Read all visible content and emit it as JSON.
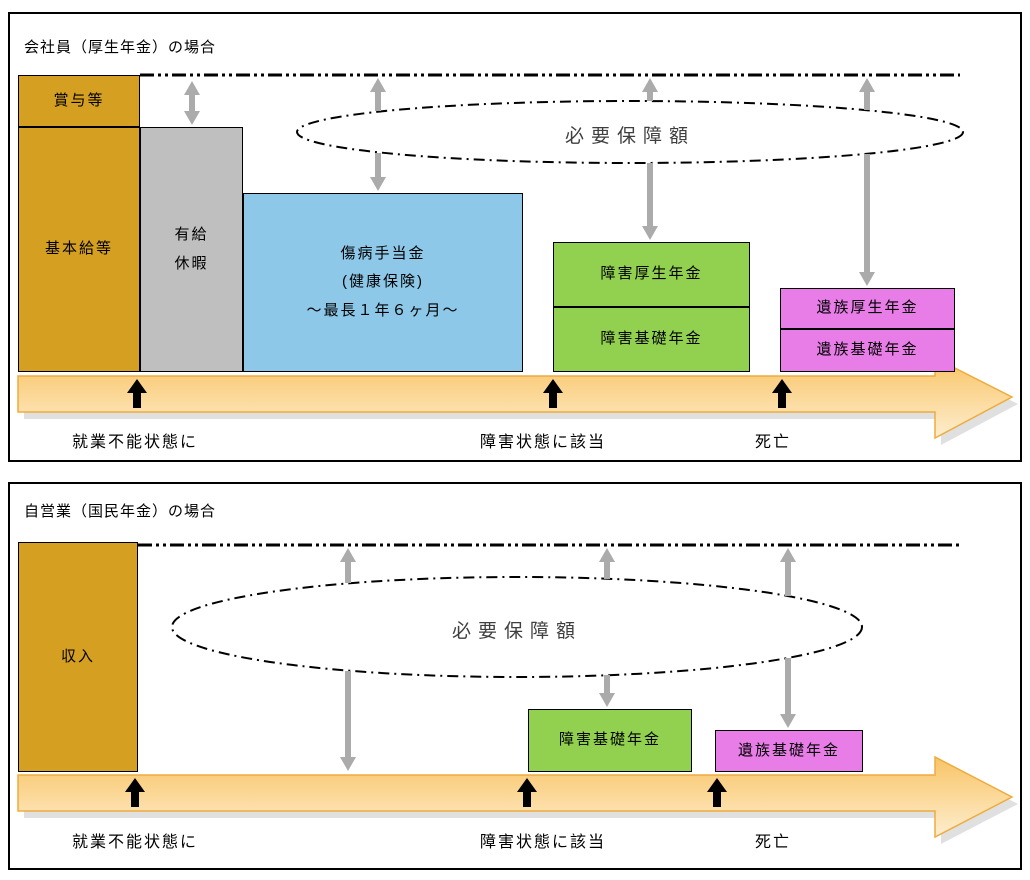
{
  "colors": {
    "gold": "#D5A021",
    "gray_block": "#BFBFBF",
    "blue_block": "#8DC8E8",
    "green_block": "#92D050",
    "pink_block": "#E87DE8",
    "gray_arrow": "#ABABAB",
    "timeline_top": "#F8C468",
    "timeline_bottom": "#FDEDCF",
    "timeline_border": "#EDAC3E"
  },
  "panels": [
    {
      "title": "会社員（厚生年金）の場合",
      "ellipse_label": "必要保障額",
      "blocks": {
        "bonus": "賞与等",
        "base_salary": "基本給等",
        "paid_leave_line1": "有給",
        "paid_leave_line2": "休暇",
        "sickness_line1": "傷病手当金",
        "sickness_line2": "(健康保険)",
        "sickness_line3": "～最長１年６ヶ月～",
        "disability_kosei": "障害厚生年金",
        "disability_kiso": "障害基礎年金",
        "survivor_kosei": "遺族厚生年金",
        "survivor_kiso": "遺族基礎年金"
      },
      "events": [
        "就業不能状態に",
        "障害状態に該当",
        "死亡"
      ]
    },
    {
      "title": "自営業（国民年金）の場合",
      "ellipse_label": "必要保障額",
      "blocks": {
        "income": "収入",
        "disability_kiso": "障害基礎年金",
        "survivor_kiso": "遺族基礎年金"
      },
      "events": [
        "就業不能状態に",
        "障害状態に該当",
        "死亡"
      ]
    }
  ]
}
